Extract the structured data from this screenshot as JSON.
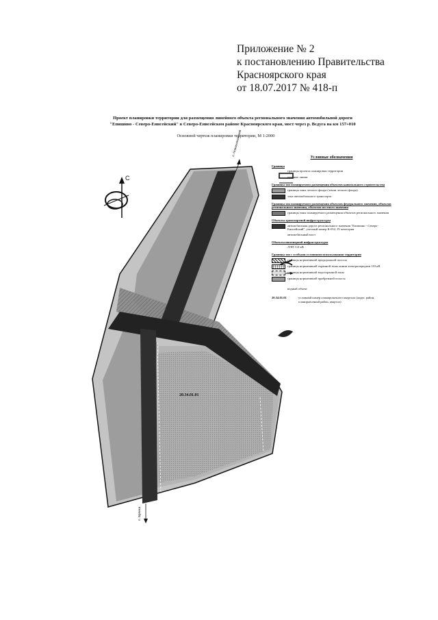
{
  "header": {
    "line1": "Приложение № 2",
    "line2": "к постановлению Правительства",
    "line3": "Красноярского края",
    "line4": "от 18.07.2017 № 418-п"
  },
  "drawing": {
    "title_line1": "Проект планировки территории для размещения линейного объекта регионального значения автомобильной дороги",
    "title_line2": "\"Епишино - Северо-Енисейский\" в Северо-Енисейском районе Красноярского края, мост через р. Вєдуга на км 157+010",
    "subtitle": "Основной чертеж планировки территории, М 1:2000",
    "compass_letter": "С",
    "road_label_top": "п. Новоенисейский",
    "road_label_bottom": "п. Брянка",
    "quarter_label": "20.34.01.01"
  },
  "legend": {
    "title": "Условные обозначения",
    "sections": [
      {
        "heading": "Границы",
        "items": [
          {
            "swatch": "none",
            "text": "границы проекта планировки территории"
          },
          {
            "swatch": "none",
            "text": "красные линии"
          }
        ]
      },
      {
        "heading": "Границы зон планируемого размещения объектов капитального строительства",
        "items": [
          {
            "swatch": "gray",
            "text": "границы зоны лесного фонда (земли лесного фонда)"
          },
          {
            "swatch": "dark",
            "text": "зона автомобильного транспорта"
          }
        ]
      },
      {
        "heading": "Границы зон планируемого размещения объектов федерального значения, объектов регионального значения, объектов местного значения",
        "items": [
          {
            "swatch": "mid",
            "text": "границы зоны планируемого размещения объектов регионального значения"
          }
        ]
      },
      {
        "heading": "Объекты транспортной инфраструктуры",
        "items": [
          {
            "swatch": "dark",
            "text": "автомобильная дорога регионального значения \"Епишино - Северо-Енисейский\", учетный номер К-052, IV категория"
          },
          {
            "swatch": "none",
            "text": "автомобильный мост"
          }
        ]
      },
      {
        "heading": "Объекты инженерной инфраструктуры",
        "items": [
          {
            "swatch": "none",
            "text": "ЛЭП 110 кВ"
          }
        ]
      },
      {
        "heading": "Границы зон с особыми условиями использования территории",
        "items": [
          {
            "swatch": "hatch",
            "text": "границы нормативной придорожной полосы"
          },
          {
            "swatch": "dots",
            "text": "границы нормативной охранной зоны линии электропередачи 110 кВ"
          },
          {
            "swatch": "dash",
            "text": "границы нормативной водоохранной зоны"
          },
          {
            "swatch": "gray",
            "text": "границы нормативной прибрежной полосы"
          }
        ]
      }
    ],
    "water_text": "водный объект",
    "quarter_code": "20.34.01.01",
    "quarter_text": "условный номер планировочного квартала (округ, район, планировочный район, квартал)"
  }
}
